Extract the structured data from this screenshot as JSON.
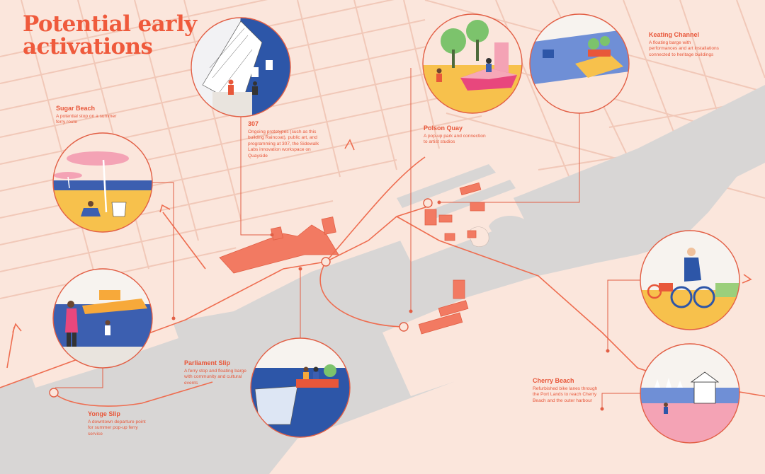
{
  "title": {
    "line1": "Potential early",
    "line2": "activations"
  },
  "colors": {
    "accent": "#ef5a3c",
    "land": "#fbe6dc",
    "water": "#d8d6d5",
    "streets": "#f1c8b8",
    "buildings": "#f27a62",
    "route": "#ee6d50"
  },
  "locations": [
    {
      "id": "sugar-beach",
      "name": "Sugar Beach",
      "description": "A potential stop on a summer ferry route",
      "icon": "beach-umbrellas-illustration"
    },
    {
      "id": "307",
      "name": "307",
      "description": "Ongoing prototypes (such as this building Raincoat), public art, and programming at 307, the Sidewalk Labs innovation workspace on Quayside",
      "icon": "pavilion-building-illustration"
    },
    {
      "id": "polson-quay",
      "name": "Polson Quay",
      "description": "A pop-up park and connection to artist studios",
      "icon": "pop-up-park-illustration"
    },
    {
      "id": "keating-channel",
      "name": "Keating Channel",
      "description": "A floating barge with performances and art installations connected to heritage buildings",
      "icon": "floating-barge-illustration"
    },
    {
      "id": "yonge-slip",
      "name": "Yonge Slip",
      "description": "A downtown departure point for summer pop-up ferry service",
      "icon": "ferry-illustration"
    },
    {
      "id": "parliament-slip",
      "name": "Parliament Slip",
      "description": "A ferry stop and floating barge with community and cultural events",
      "icon": "rowboat-illustration"
    },
    {
      "id": "cherry-beach",
      "name": "Cherry Beach",
      "description": "Refurbished bike lanes through the Port Lands to reach Cherry Beach and the outer harbour",
      "icon": "lifeguard-hut-illustration"
    },
    {
      "id": "bike-route",
      "icon": "cyclist-illustration"
    }
  ]
}
